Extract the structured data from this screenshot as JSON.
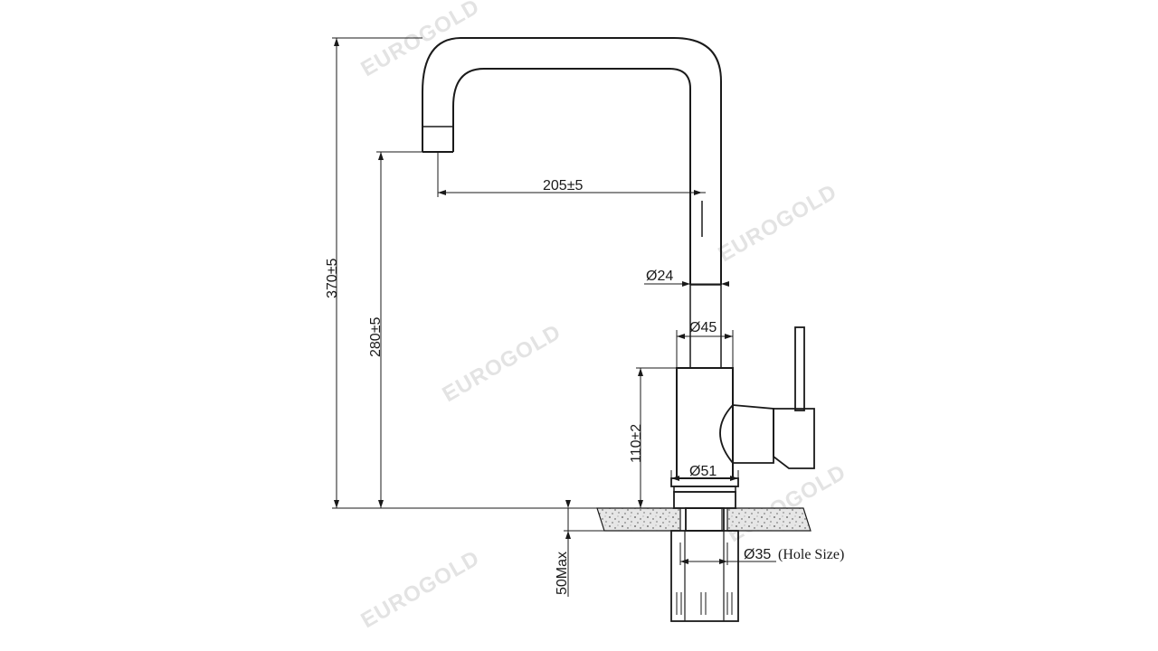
{
  "diagram": {
    "dimensions": {
      "total_height": "370±5",
      "spout_height": "280±5",
      "spout_reach": "205±5",
      "spout_diameter": "Ø24",
      "body_top_diameter": "Ø45",
      "body_height": "110±2",
      "base_diameter": "Ø51",
      "hole_diameter": "Ø35",
      "hole_note": "(Hole Size)",
      "deck_thickness": "50Max"
    },
    "watermark": "EUROGOLD",
    "colors": {
      "line": "#1a1a1a",
      "watermark": "#e3e3e3",
      "counter_fill": "#d9d9d9"
    }
  }
}
